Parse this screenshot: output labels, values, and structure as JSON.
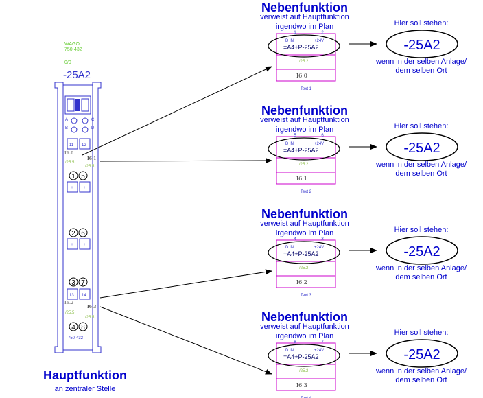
{
  "main": {
    "title": "Hauptfunktion",
    "subtitle": "an zentraler Stelle"
  },
  "module": {
    "brand": "WAGO",
    "model_top": "750-432",
    "ratio": "0/0",
    "tag": "-25A2",
    "model_bottom": "750-432",
    "led_letters": [
      "A",
      "C",
      "B",
      "D"
    ],
    "terminal_top": [
      "11",
      "12"
    ],
    "terminal_bottom": [
      "13",
      "14"
    ],
    "io": [
      {
        "addr": "I6.0",
        "ref": "/25.5"
      },
      {
        "addr": "I6.1",
        "ref": "/25.5"
      },
      {
        "addr": "I6.2",
        "ref": "/25.5"
      },
      {
        "addr": "I6.3",
        "ref": "/25.5"
      }
    ],
    "circles": [
      [
        "1",
        "5"
      ],
      [
        "2",
        "6"
      ],
      [
        "3",
        "7"
      ],
      [
        "4",
        "8"
      ]
    ],
    "plus": "+"
  },
  "sections": [
    {
      "heading": "Nebenfunktion",
      "desc1": "verweist auf Hauptfunktion",
      "desc2": "irgendwo im Plan",
      "pin_left": "1",
      "pin_right": "2",
      "din": "D IN",
      "voltage": "+24V",
      "ref_text": "=A4+P-25A2",
      "sub_ref": "/25.2",
      "addr": "I6.0",
      "caption": "Text 1",
      "hint": "Hier soll stehen:",
      "result": "-25A2",
      "note1": "wenn in der selben Anlage/",
      "note2": "dem selben Ort"
    },
    {
      "heading": "Nebenfunktion",
      "desc1": "verweist auf Hauptfunktion",
      "desc2": "irgendwo im Plan",
      "pin_left": "5",
      "pin_right": "6",
      "din": "D IN",
      "voltage": "+24V",
      "ref_text": "=A4+P-25A2",
      "sub_ref": "/25.2",
      "addr": "I6.1",
      "caption": "Text 2",
      "hint": "Hier soll stehen:",
      "result": "-25A2",
      "note1": "wenn in der selben Anlage/",
      "note2": "dem selben Ort"
    },
    {
      "heading": "Nebenfunktion",
      "desc1": "verweist auf Hauptfunktion",
      "desc2": "irgendwo im Plan",
      "pin_left": "4",
      "pin_right": "3",
      "din": "D IN",
      "voltage": "+24V",
      "ref_text": "=A4+P-25A2",
      "sub_ref": "/25.2",
      "addr": "I6.2",
      "caption": "Text 3",
      "hint": "Hier soll stehen:",
      "result": "-25A2",
      "note1": "wenn in der selben Anlage/",
      "note2": "dem selben Ort"
    },
    {
      "heading": "Nebenfunktion",
      "desc1": "verweist auf Hauptfunktion",
      "desc2": "irgendwo im Plan",
      "pin_left": "8",
      "pin_right": "7",
      "din": "D IN",
      "voltage": "+24V",
      "ref_text": "=A4+P-25A2",
      "sub_ref": "/25.2",
      "addr": "I6.3",
      "caption": "Text 4",
      "hint": "Hier soll stehen:",
      "result": "-25A2",
      "note1": "wenn in der selben Anlage/",
      "note2": "dem selben Ort"
    }
  ],
  "colors": {
    "blue": "#0000cc",
    "module": "#3333cc",
    "magenta": "#cc00cc",
    "green": "#66cc33",
    "ref_green": "#88bb44",
    "gray": "#888888"
  }
}
